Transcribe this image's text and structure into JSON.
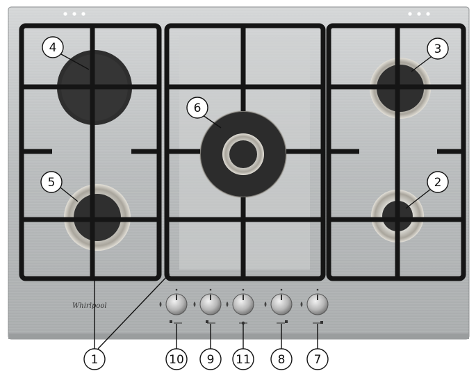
{
  "brand": {
    "name": "Whirlpool"
  },
  "colors": {
    "steel": "#b9bcbd",
    "grate": "#151515",
    "burner": "#333333",
    "ring": "#c7c7c4",
    "callout": "#111111"
  },
  "burners": [
    {
      "id": "4",
      "kind": "hotplate"
    },
    {
      "id": "5",
      "kind": "gas"
    },
    {
      "id": "6",
      "kind": "wok"
    },
    {
      "id": "3",
      "kind": "gas"
    },
    {
      "id": "2",
      "kind": "gas-small"
    }
  ],
  "knobs": [
    {
      "id": "10"
    },
    {
      "id": "9"
    },
    {
      "id": "11"
    },
    {
      "id": "8"
    },
    {
      "id": "7"
    }
  ],
  "callouts": {
    "burner_4": "4",
    "burner_5": "5",
    "burner_6": "6",
    "burner_3": "3",
    "burner_2": "2",
    "grates": "1",
    "knob_10": "10",
    "knob_9": "9",
    "knob_11": "11",
    "knob_8": "8",
    "knob_7": "7"
  }
}
